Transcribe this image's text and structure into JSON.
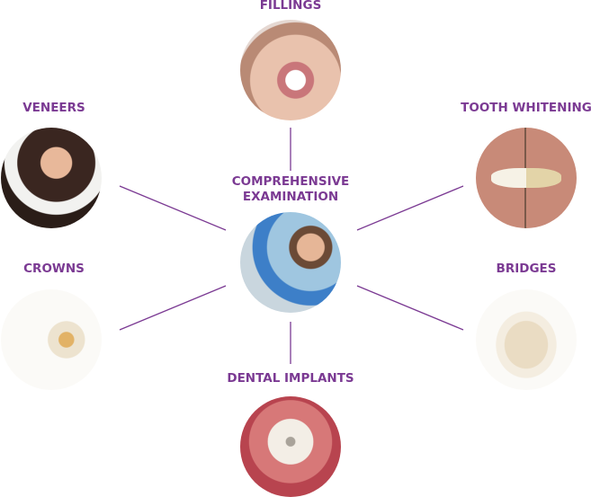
{
  "title": "Comprehensive Examination",
  "center": {
    "label_line1": "COMPREHENSIVE",
    "label_line2": "EXAMINATION",
    "image": "dentist-examining-child-photo"
  },
  "services": {
    "fillings": {
      "label": "FILLINGS",
      "image": "fillings-photo"
    },
    "veneers": {
      "label": "VENEERS",
      "image": "veneers-shade-guide-photo"
    },
    "whitening": {
      "label": "TOOTH WHITENING",
      "image": "tooth-whitening-before-after-photo"
    },
    "crowns": {
      "label": "CROWNS",
      "image": "crowns-photo"
    },
    "bridges": {
      "label": "BRIDGES",
      "image": "bridges-photo"
    },
    "implants": {
      "label": "DENTAL IMPLANTS",
      "image": "dental-implant-photo"
    }
  },
  "colors": {
    "accent": "#7b3a93",
    "connector": "#7b3a93"
  }
}
